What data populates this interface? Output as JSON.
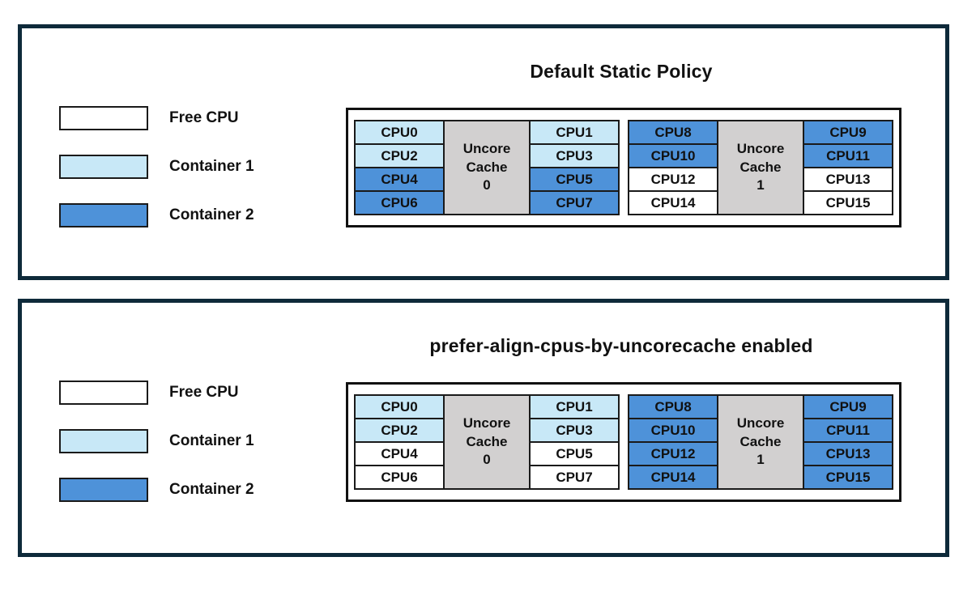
{
  "colors": {
    "free": "#ffffff",
    "container1": "#c8e8f7",
    "container2": "#4e92d9",
    "cache": "#d2d0d0",
    "panel_border": "#0e2a3a",
    "cell_border": "#1a1a1a"
  },
  "legend": [
    {
      "label": "Free CPU",
      "fill": "free"
    },
    {
      "label": "Container 1",
      "fill": "container1"
    },
    {
      "label": "Container 2",
      "fill": "container2"
    }
  ],
  "panels": [
    {
      "title": "Default Static Policy",
      "caches": [
        {
          "label": "Uncore Cache 0",
          "label_lines": [
            "Uncore",
            "Cache",
            "0"
          ],
          "left_cpus": [
            {
              "label": "CPU0",
              "fill": "container1"
            },
            {
              "label": "CPU2",
              "fill": "container1"
            },
            {
              "label": "CPU4",
              "fill": "container2"
            },
            {
              "label": "CPU6",
              "fill": "container2"
            }
          ],
          "right_cpus": [
            {
              "label": "CPU1",
              "fill": "container1"
            },
            {
              "label": "CPU3",
              "fill": "container1"
            },
            {
              "label": "CPU5",
              "fill": "container2"
            },
            {
              "label": "CPU7",
              "fill": "container2"
            }
          ]
        },
        {
          "label": "Uncore Cache 1",
          "label_lines": [
            "Uncore",
            "Cache",
            "1"
          ],
          "left_cpus": [
            {
              "label": "CPU8",
              "fill": "container2"
            },
            {
              "label": "CPU10",
              "fill": "container2"
            },
            {
              "label": "CPU12",
              "fill": "free"
            },
            {
              "label": "CPU14",
              "fill": "free"
            }
          ],
          "right_cpus": [
            {
              "label": "CPU9",
              "fill": "container2"
            },
            {
              "label": "CPU11",
              "fill": "container2"
            },
            {
              "label": "CPU13",
              "fill": "free"
            },
            {
              "label": "CPU15",
              "fill": "free"
            }
          ]
        }
      ]
    },
    {
      "title": "prefer-align-cpus-by-uncorecache enabled",
      "caches": [
        {
          "label": "Uncore Cache 0",
          "label_lines": [
            "Uncore",
            "Cache",
            "0"
          ],
          "left_cpus": [
            {
              "label": "CPU0",
              "fill": "container1"
            },
            {
              "label": "CPU2",
              "fill": "container1"
            },
            {
              "label": "CPU4",
              "fill": "free"
            },
            {
              "label": "CPU6",
              "fill": "free"
            }
          ],
          "right_cpus": [
            {
              "label": "CPU1",
              "fill": "container1"
            },
            {
              "label": "CPU3",
              "fill": "container1"
            },
            {
              "label": "CPU5",
              "fill": "free"
            },
            {
              "label": "CPU7",
              "fill": "free"
            }
          ]
        },
        {
          "label": "Uncore Cache 1",
          "label_lines": [
            "Uncore",
            "Cache",
            "1"
          ],
          "left_cpus": [
            {
              "label": "CPU8",
              "fill": "container2"
            },
            {
              "label": "CPU10",
              "fill": "container2"
            },
            {
              "label": "CPU12",
              "fill": "container2"
            },
            {
              "label": "CPU14",
              "fill": "container2"
            }
          ],
          "right_cpus": [
            {
              "label": "CPU9",
              "fill": "container2"
            },
            {
              "label": "CPU11",
              "fill": "container2"
            },
            {
              "label": "CPU13",
              "fill": "container2"
            },
            {
              "label": "CPU15",
              "fill": "container2"
            }
          ]
        }
      ]
    }
  ]
}
